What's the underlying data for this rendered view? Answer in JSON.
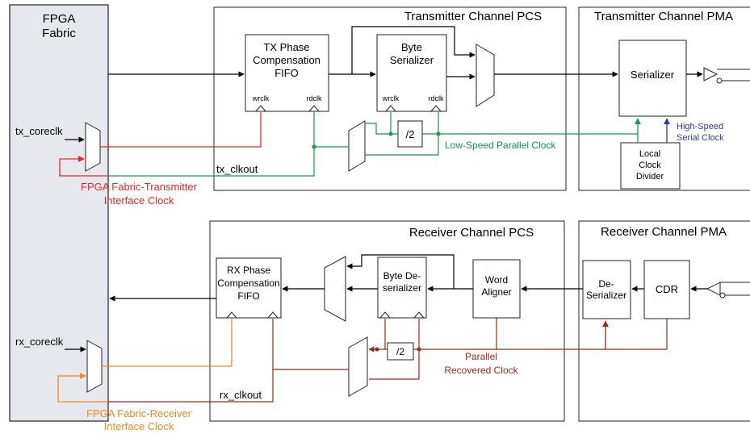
{
  "fabric": {
    "title_line1": "FPGA",
    "title_line2": "Fabric"
  },
  "tx_pcs": {
    "title": "Transmitter Channel PCS",
    "fifo_line1": "TX Phase",
    "fifo_line2": "Compensation",
    "fifo_line3": "FIFO",
    "fifo_wrclk": "wrclk",
    "fifo_rdclk": "rdclk",
    "ser_line1": "Byte",
    "ser_line2": "Serializer",
    "ser_wrclk": "wrclk",
    "ser_rdclk": "rdclk",
    "div2": "/2",
    "low_speed_clock": "Low-Speed Parallel Clock"
  },
  "tx_pma": {
    "title": "Transmitter Channel PMA",
    "serializer": "Serializer",
    "divider_line1": "Local",
    "divider_line2": "Clock",
    "divider_line3": "Divider",
    "hs_line1": "High-Speed",
    "hs_line2": "Serial Clock"
  },
  "rx_pcs": {
    "title": "Receiver Channel PCS",
    "fifo_line1": "RX Phase",
    "fifo_line2": "Compensation",
    "fifo_line3": "FIFO",
    "deser_line1": "Byte De-",
    "deser_line2": "serializer",
    "aligner_line1": "Word",
    "aligner_line2": "Aligner",
    "div2": "/2",
    "recovered_line1": "Parallel",
    "recovered_line2": "Recovered Clock"
  },
  "rx_pma": {
    "title": "Receiver Channel PMA",
    "deser_line1": "De-",
    "deser_line2": "Serializer",
    "cdr": "CDR"
  },
  "signals": {
    "tx_coreclk": "tx_coreclk",
    "tx_clkout": "tx_clkout",
    "rx_coreclk": "rx_coreclk",
    "rx_clkout": "rx_clkout"
  },
  "interface": {
    "tx_line1": "FPGA Fabric-Transmitter",
    "tx_line2": "Interface Clock",
    "rx_line1": "FPGA Fabric-Receiver",
    "rx_line2": "Interface Clock"
  },
  "colors": {
    "tx_interface": "#e8262a",
    "low_speed": "#139a48",
    "high_speed": "#2a3b9a",
    "rx_interface": "#f08a24",
    "recovered": "#9a2a1a",
    "fabric_fill": "#e6e8ee"
  }
}
